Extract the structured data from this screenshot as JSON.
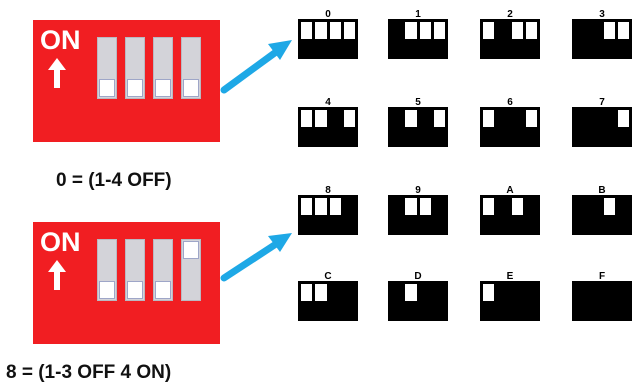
{
  "dip_switches": [
    {
      "on_label": "ON",
      "caption": "0 = (1-4 OFF)",
      "switches": [
        "off",
        "off",
        "off",
        "off"
      ]
    },
    {
      "on_label": "ON",
      "caption": "8 = (1-3 OFF 4 ON)",
      "switches": [
        "off",
        "off",
        "off",
        "on"
      ]
    }
  ],
  "colors": {
    "switch_body": "#f11e22",
    "pointer_arrow": "#1ea8e6",
    "glyph": "#000000"
  },
  "code_grid": [
    {
      "label": "0",
      "bits": [
        0,
        0,
        0,
        0
      ]
    },
    {
      "label": "1",
      "bits": [
        1,
        0,
        0,
        0
      ]
    },
    {
      "label": "2",
      "bits": [
        0,
        1,
        0,
        0
      ]
    },
    {
      "label": "3",
      "bits": [
        1,
        1,
        0,
        0
      ]
    },
    {
      "label": "4",
      "bits": [
        0,
        0,
        1,
        0
      ]
    },
    {
      "label": "5",
      "bits": [
        1,
        0,
        1,
        0
      ]
    },
    {
      "label": "6",
      "bits": [
        0,
        1,
        1,
        0
      ]
    },
    {
      "label": "7",
      "bits": [
        1,
        1,
        1,
        0
      ]
    },
    {
      "label": "8",
      "bits": [
        0,
        0,
        0,
        1
      ]
    },
    {
      "label": "9",
      "bits": [
        1,
        0,
        0,
        1
      ]
    },
    {
      "label": "A",
      "bits": [
        0,
        1,
        0,
        1
      ]
    },
    {
      "label": "B",
      "bits": [
        1,
        1,
        0,
        1
      ]
    },
    {
      "label": "C",
      "bits": [
        0,
        0,
        1,
        1
      ]
    },
    {
      "label": "D",
      "bits": [
        1,
        0,
        1,
        1
      ]
    },
    {
      "label": "E",
      "bits": [
        0,
        1,
        1,
        1
      ]
    },
    {
      "label": "F",
      "bits": [
        1,
        1,
        1,
        1
      ]
    }
  ],
  "icons": {
    "up_arrow": "arrow-up-icon",
    "pointer": "pointer-arrow-icon"
  }
}
